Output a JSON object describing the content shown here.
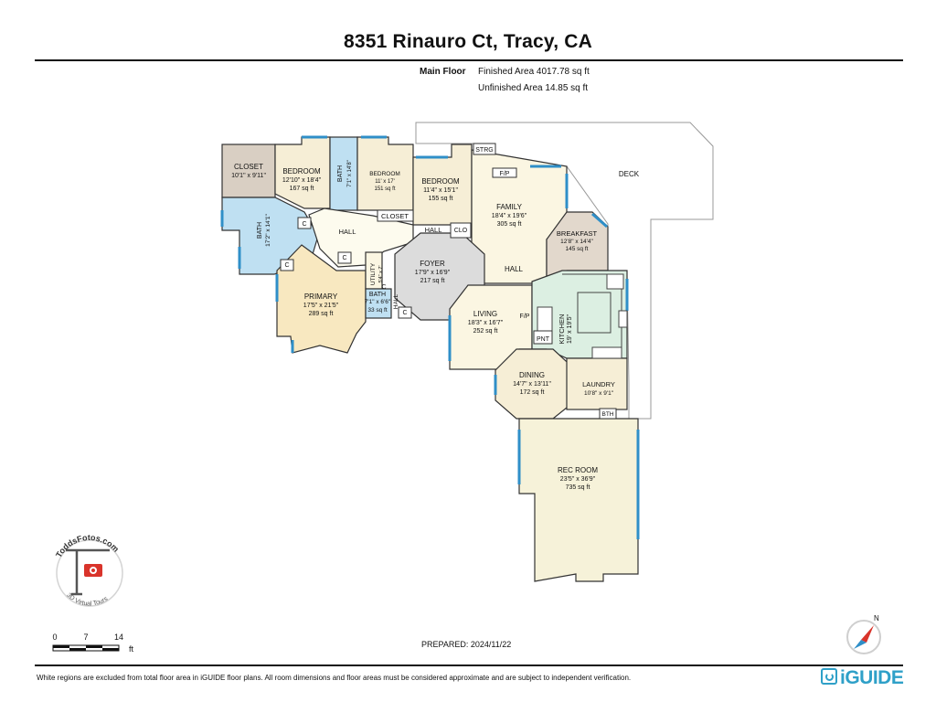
{
  "header": {
    "address": "8351 Rinauro Ct, Tracy, CA"
  },
  "floor": {
    "name": "Main Floor",
    "finished_area": "Finished Area 4017.78 sq ft",
    "unfinished_area": "Unfinished Area 14.85 sq ft"
  },
  "rooms": {
    "closet_master": {
      "name": "CLOSET",
      "dims": "10'1\" x 9'11\""
    },
    "bedroom1": {
      "name": "BEDROOM",
      "dims": "12'10\" x 18'4\"",
      "area": "167 sq ft"
    },
    "bath_hall": {
      "name": "BATH",
      "dims": "7'1\" x 14'8\""
    },
    "bedroom2": {
      "name": "BEDROOM",
      "dims": "11' x 17'",
      "area": "151 sq ft"
    },
    "bedroom3": {
      "name": "BEDROOM",
      "dims": "11'4\" x 15'1\"",
      "area": "155 sq ft"
    },
    "strg": {
      "name": "STRG"
    },
    "fp_family": {
      "name": "F/P"
    },
    "deck": {
      "name": "DECK"
    },
    "family": {
      "name": "FAMILY",
      "dims": "18'4\" x 19'6\"",
      "area": "305 sq ft"
    },
    "bath_primary": {
      "name": "BATH",
      "dims": "17'2\" x 14'1\""
    },
    "closet_c1": {
      "name": "C"
    },
    "closet_hall": {
      "name": "CLOSET"
    },
    "hall_left": {
      "name": "HALL"
    },
    "hall_mid": {
      "name": "HALL"
    },
    "clo": {
      "name": "CLO"
    },
    "breakfast": {
      "name": "BREAKFAST",
      "dims": "12'8\" x 14'4\"",
      "area": "145 sq ft"
    },
    "foyer": {
      "name": "FOYER",
      "dims": "17'9\" x 16'9\"",
      "area": "217 sq ft"
    },
    "hall_family": {
      "name": "HALL"
    },
    "utility": {
      "name": "UTILITY",
      "dims": "5'4\" x 7'"
    },
    "primary": {
      "name": "PRIMARY",
      "dims": "17'5\" x 21'5\"",
      "area": "289 sq ft"
    },
    "bath_small": {
      "name": "BATH",
      "dims": "7'1\" x 6'6\"",
      "area": "33 sq ft"
    },
    "hall_small": {
      "name": "HALL"
    },
    "c2": {
      "name": "C"
    },
    "c3": {
      "name": "C"
    },
    "c4": {
      "name": "C"
    },
    "c5": {
      "name": "C"
    },
    "living": {
      "name": "LIVING",
      "dims": "18'3\" x 16'7\"",
      "area": "252 sq ft"
    },
    "fp_living": {
      "name": "F/P"
    },
    "kitchen": {
      "name": "KITCHEN",
      "dims": "19' x 19'5\""
    },
    "pnt": {
      "name": "PNT"
    },
    "dining": {
      "name": "DINING",
      "dims": "14'7\" x 13'11\"",
      "area": "172 sq ft"
    },
    "laundry": {
      "name": "LAUNDRY",
      "dims": "10'8\" x 9'1\""
    },
    "bth": {
      "name": "BTH"
    },
    "rec_room": {
      "name": "REC ROOM",
      "dims": "23'5\" x 36'9\"",
      "area": "735 sq ft"
    }
  },
  "scale_bar": {
    "t0": "0",
    "t1": "7",
    "t2": "14",
    "unit": "ft"
  },
  "compass": {
    "north": "N"
  },
  "logo": {
    "arc_text": "ToddsFotos.com",
    "bottom_text": "3D Virtual Tours"
  },
  "prepared": "PREPARED:  2024/11/22",
  "footer": {
    "disclaimer": "White regions are excluded from total floor area in iGUIDE floor plans. All room dimensions and floor areas must be considered approximate and are subject to independent verification.",
    "brand": "iGUIDE"
  },
  "colors": {
    "bedroom": "#f6eed6",
    "closet": "#d9cfc3",
    "bath": "#bfe0f2",
    "hall": "#fdfbee",
    "foyer": "#dcdcdc",
    "living": "#fbf6e2",
    "kitchen": "#dcefe2",
    "rec": "#f6f2d9",
    "primary": "#f8e8c0",
    "window": "#2f8fc8",
    "brand": "#2fa0c8"
  }
}
